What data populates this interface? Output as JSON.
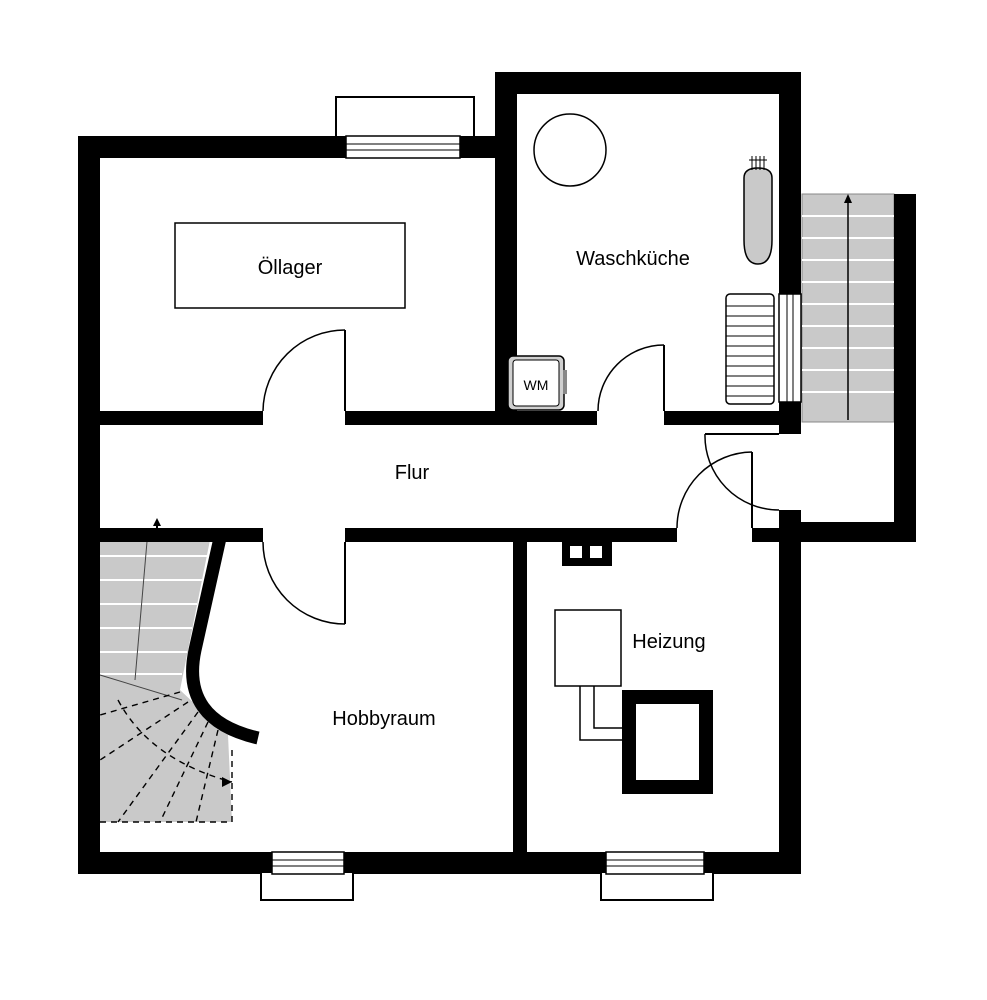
{
  "rooms": {
    "oellager": "Öllager",
    "waschkueche": "Waschküche",
    "flur": "Flur",
    "hobbyraum": "Hobbyraum",
    "heizung": "Heizung"
  },
  "appliances": {
    "washing_machine": "WM"
  },
  "colors": {
    "wall": "#000000",
    "stair_fill": "#c9c9c9",
    "background": "#ffffff"
  }
}
